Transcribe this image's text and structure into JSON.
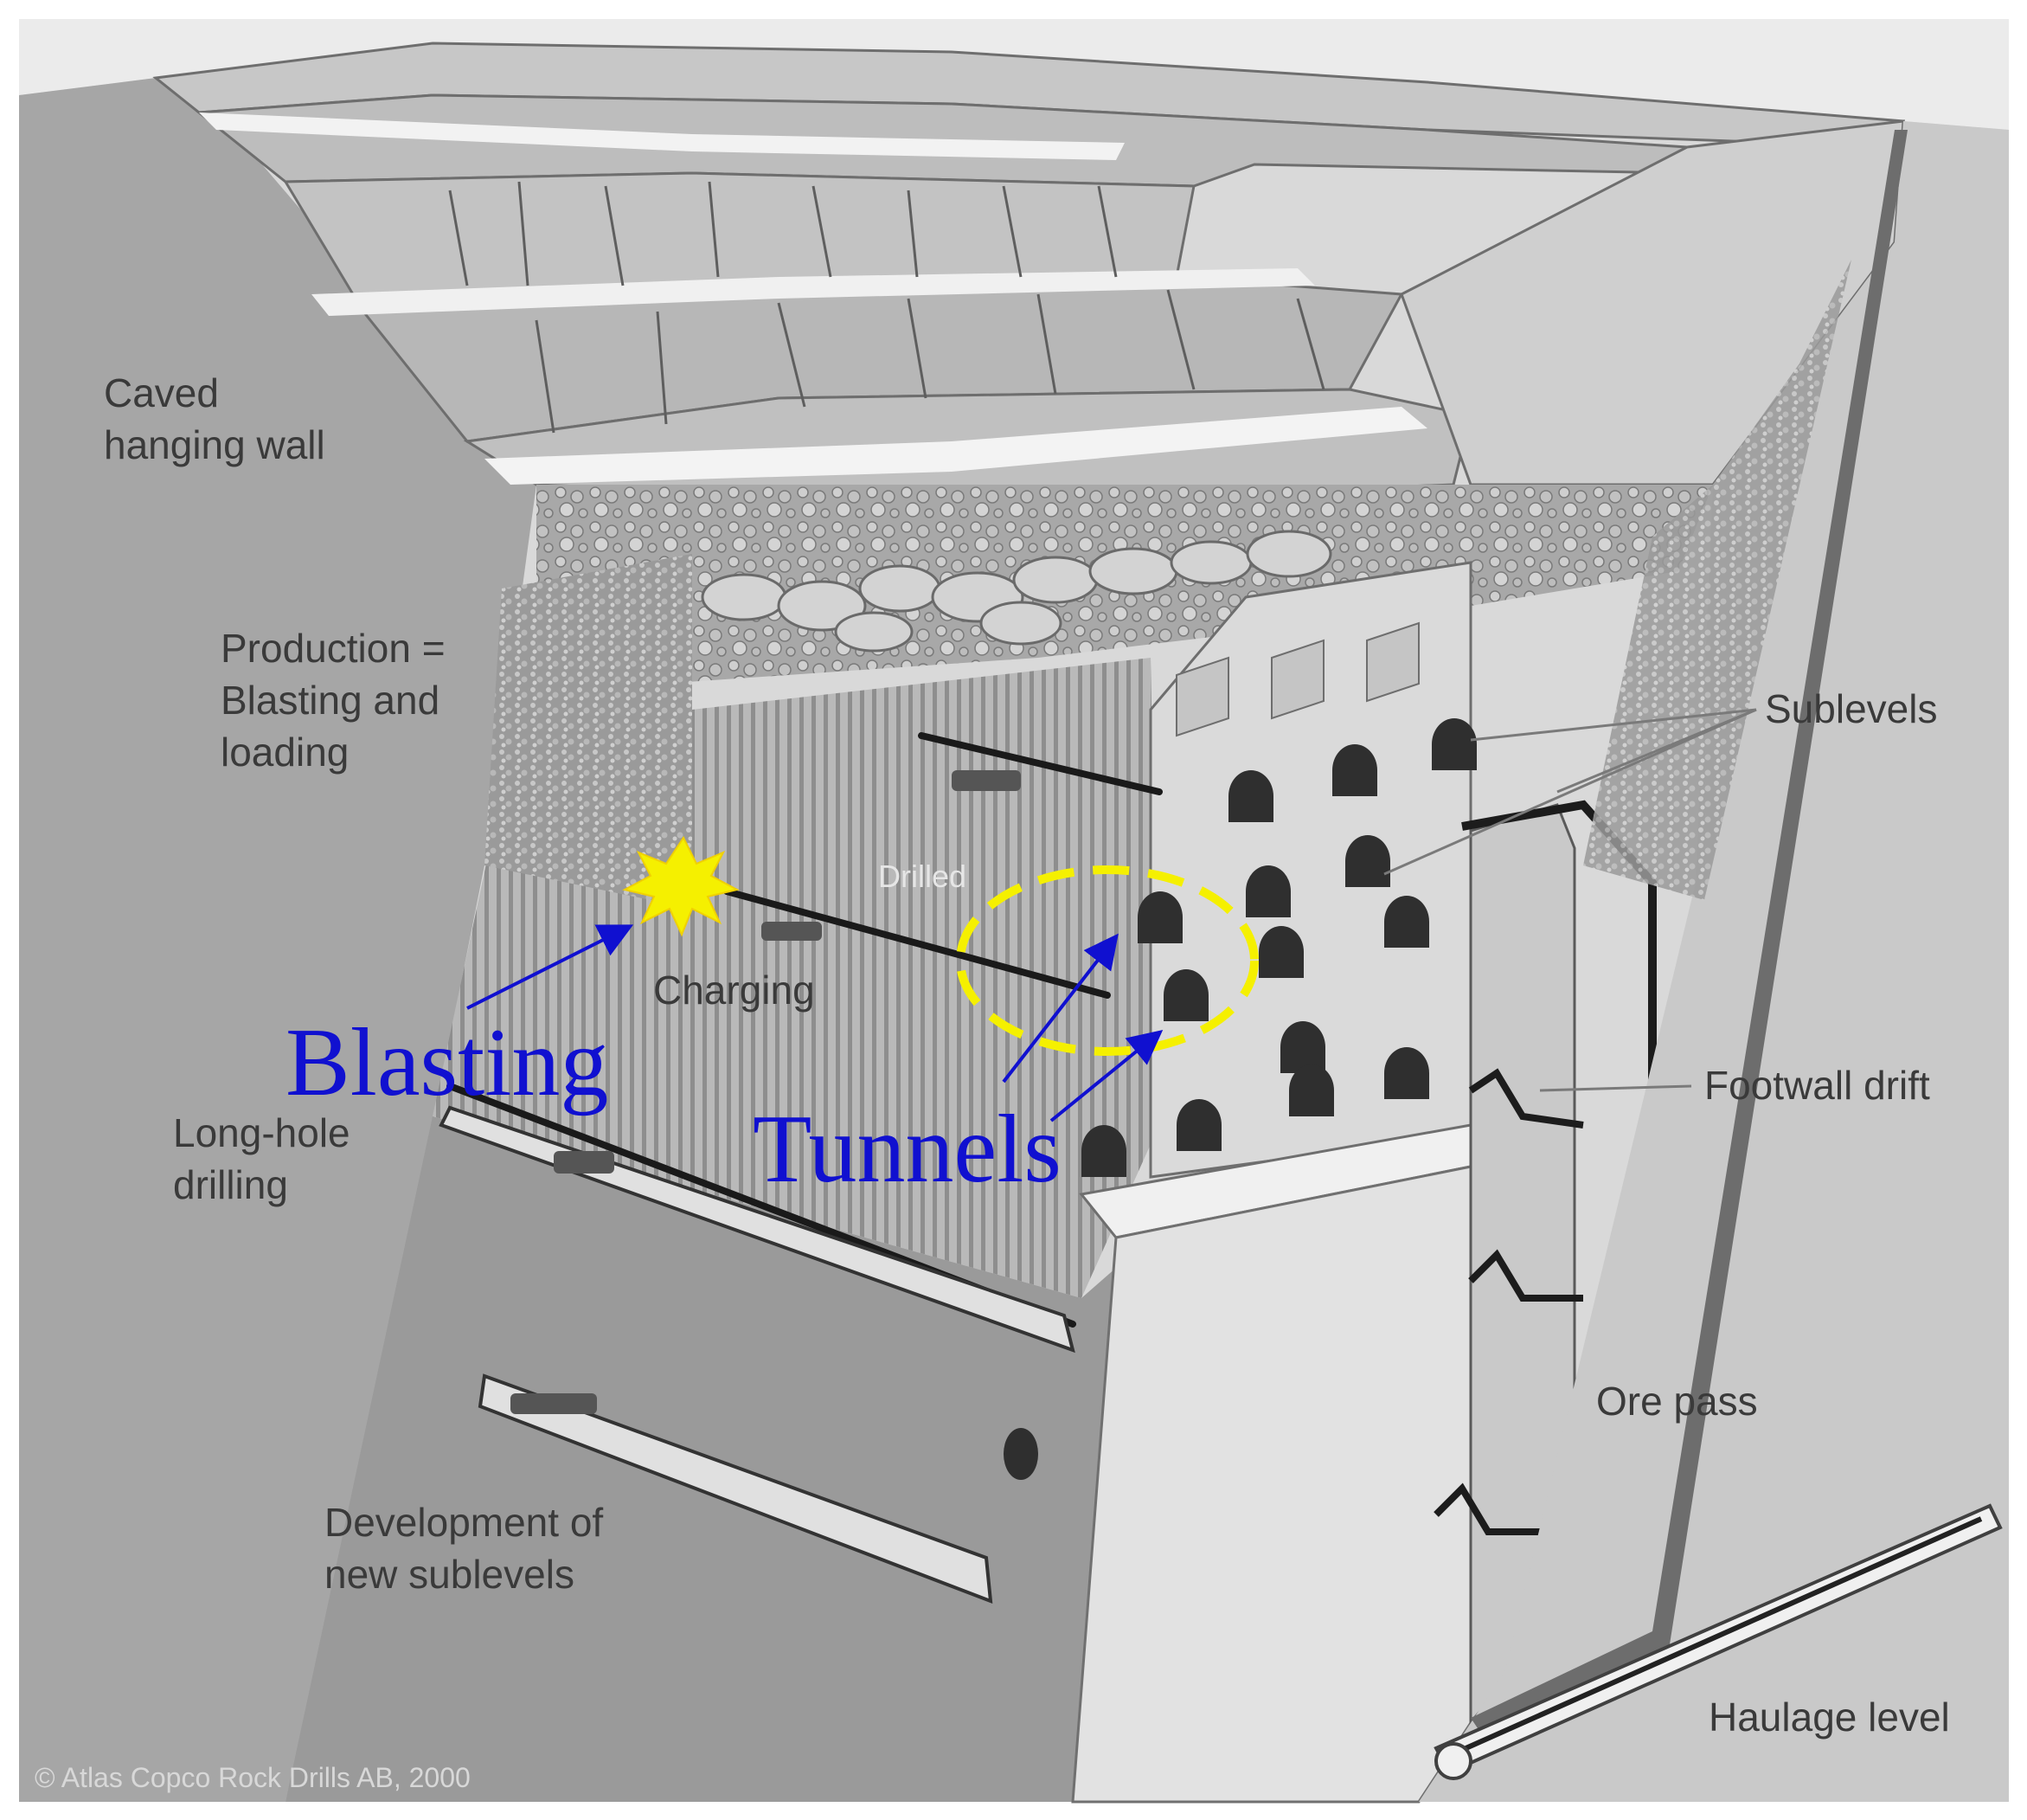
{
  "labels": {
    "caved_line1": "Caved",
    "caved_line2": "hanging wall",
    "production_line1": "Production =",
    "production_line2": "Blasting and",
    "production_line3": "loading",
    "drilled": "Drilled",
    "charging": "Charging",
    "longhole_line1": "Long-hole",
    "longhole_line2": "drilling",
    "development_line1": "Development of",
    "development_line2": "new sublevels",
    "sublevels": "Sublevels",
    "footwall": "Footwall drift",
    "ore_pass": "Ore pass",
    "haulage": "Haulage level",
    "copyright": "© Atlas Copco Rock Drills AB, 2000"
  },
  "annotations": {
    "blasting": "Blasting",
    "tunnels": "Tunnels"
  },
  "colors": {
    "annotation_blue": "#1010d0",
    "highlight_yellow": "#f5f000",
    "rock_light": "#d6d6d6",
    "rock_mid": "#b4b4b4",
    "rock_dark": "#8f8f8f"
  }
}
